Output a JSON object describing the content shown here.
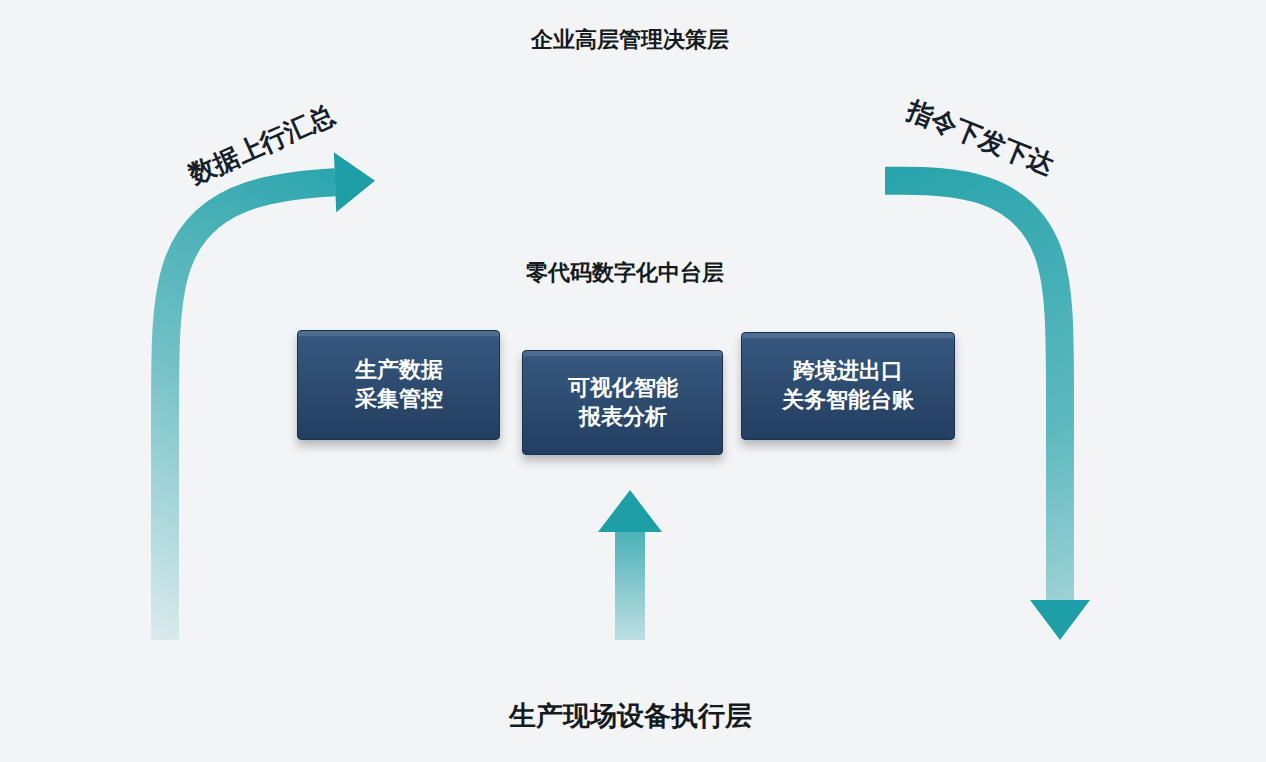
{
  "diagram": {
    "nodes": [
      {
        "text": [
          "企业高层管理决策层"
        ]
      },
      {
        "text": [
          "零代码数字化中台层"
        ]
      },
      {
        "text": [
          "生产数据 采集管控"
        ],
        "in": 1
      },
      {
        "text": [
          "可视化智能 报表分析"
        ],
        "in": 1
      },
      {
        "text": [
          "跨境进出口 关务智能台账"
        ],
        "in": 1
      },
      {
        "text": [
          "生产现场设备执行层"
        ]
      }
    ],
    "edges": [
      {
        "from": 5,
        "to": 0,
        "label": "数据上行汇总",
        "arrow": "to"
      },
      {
        "from": 0,
        "to": 5,
        "label": "指令下发下达",
        "arrow": "to"
      },
      {
        "from": 5,
        "to": 1,
        "arrow": "to"
      }
    ]
  }
}
